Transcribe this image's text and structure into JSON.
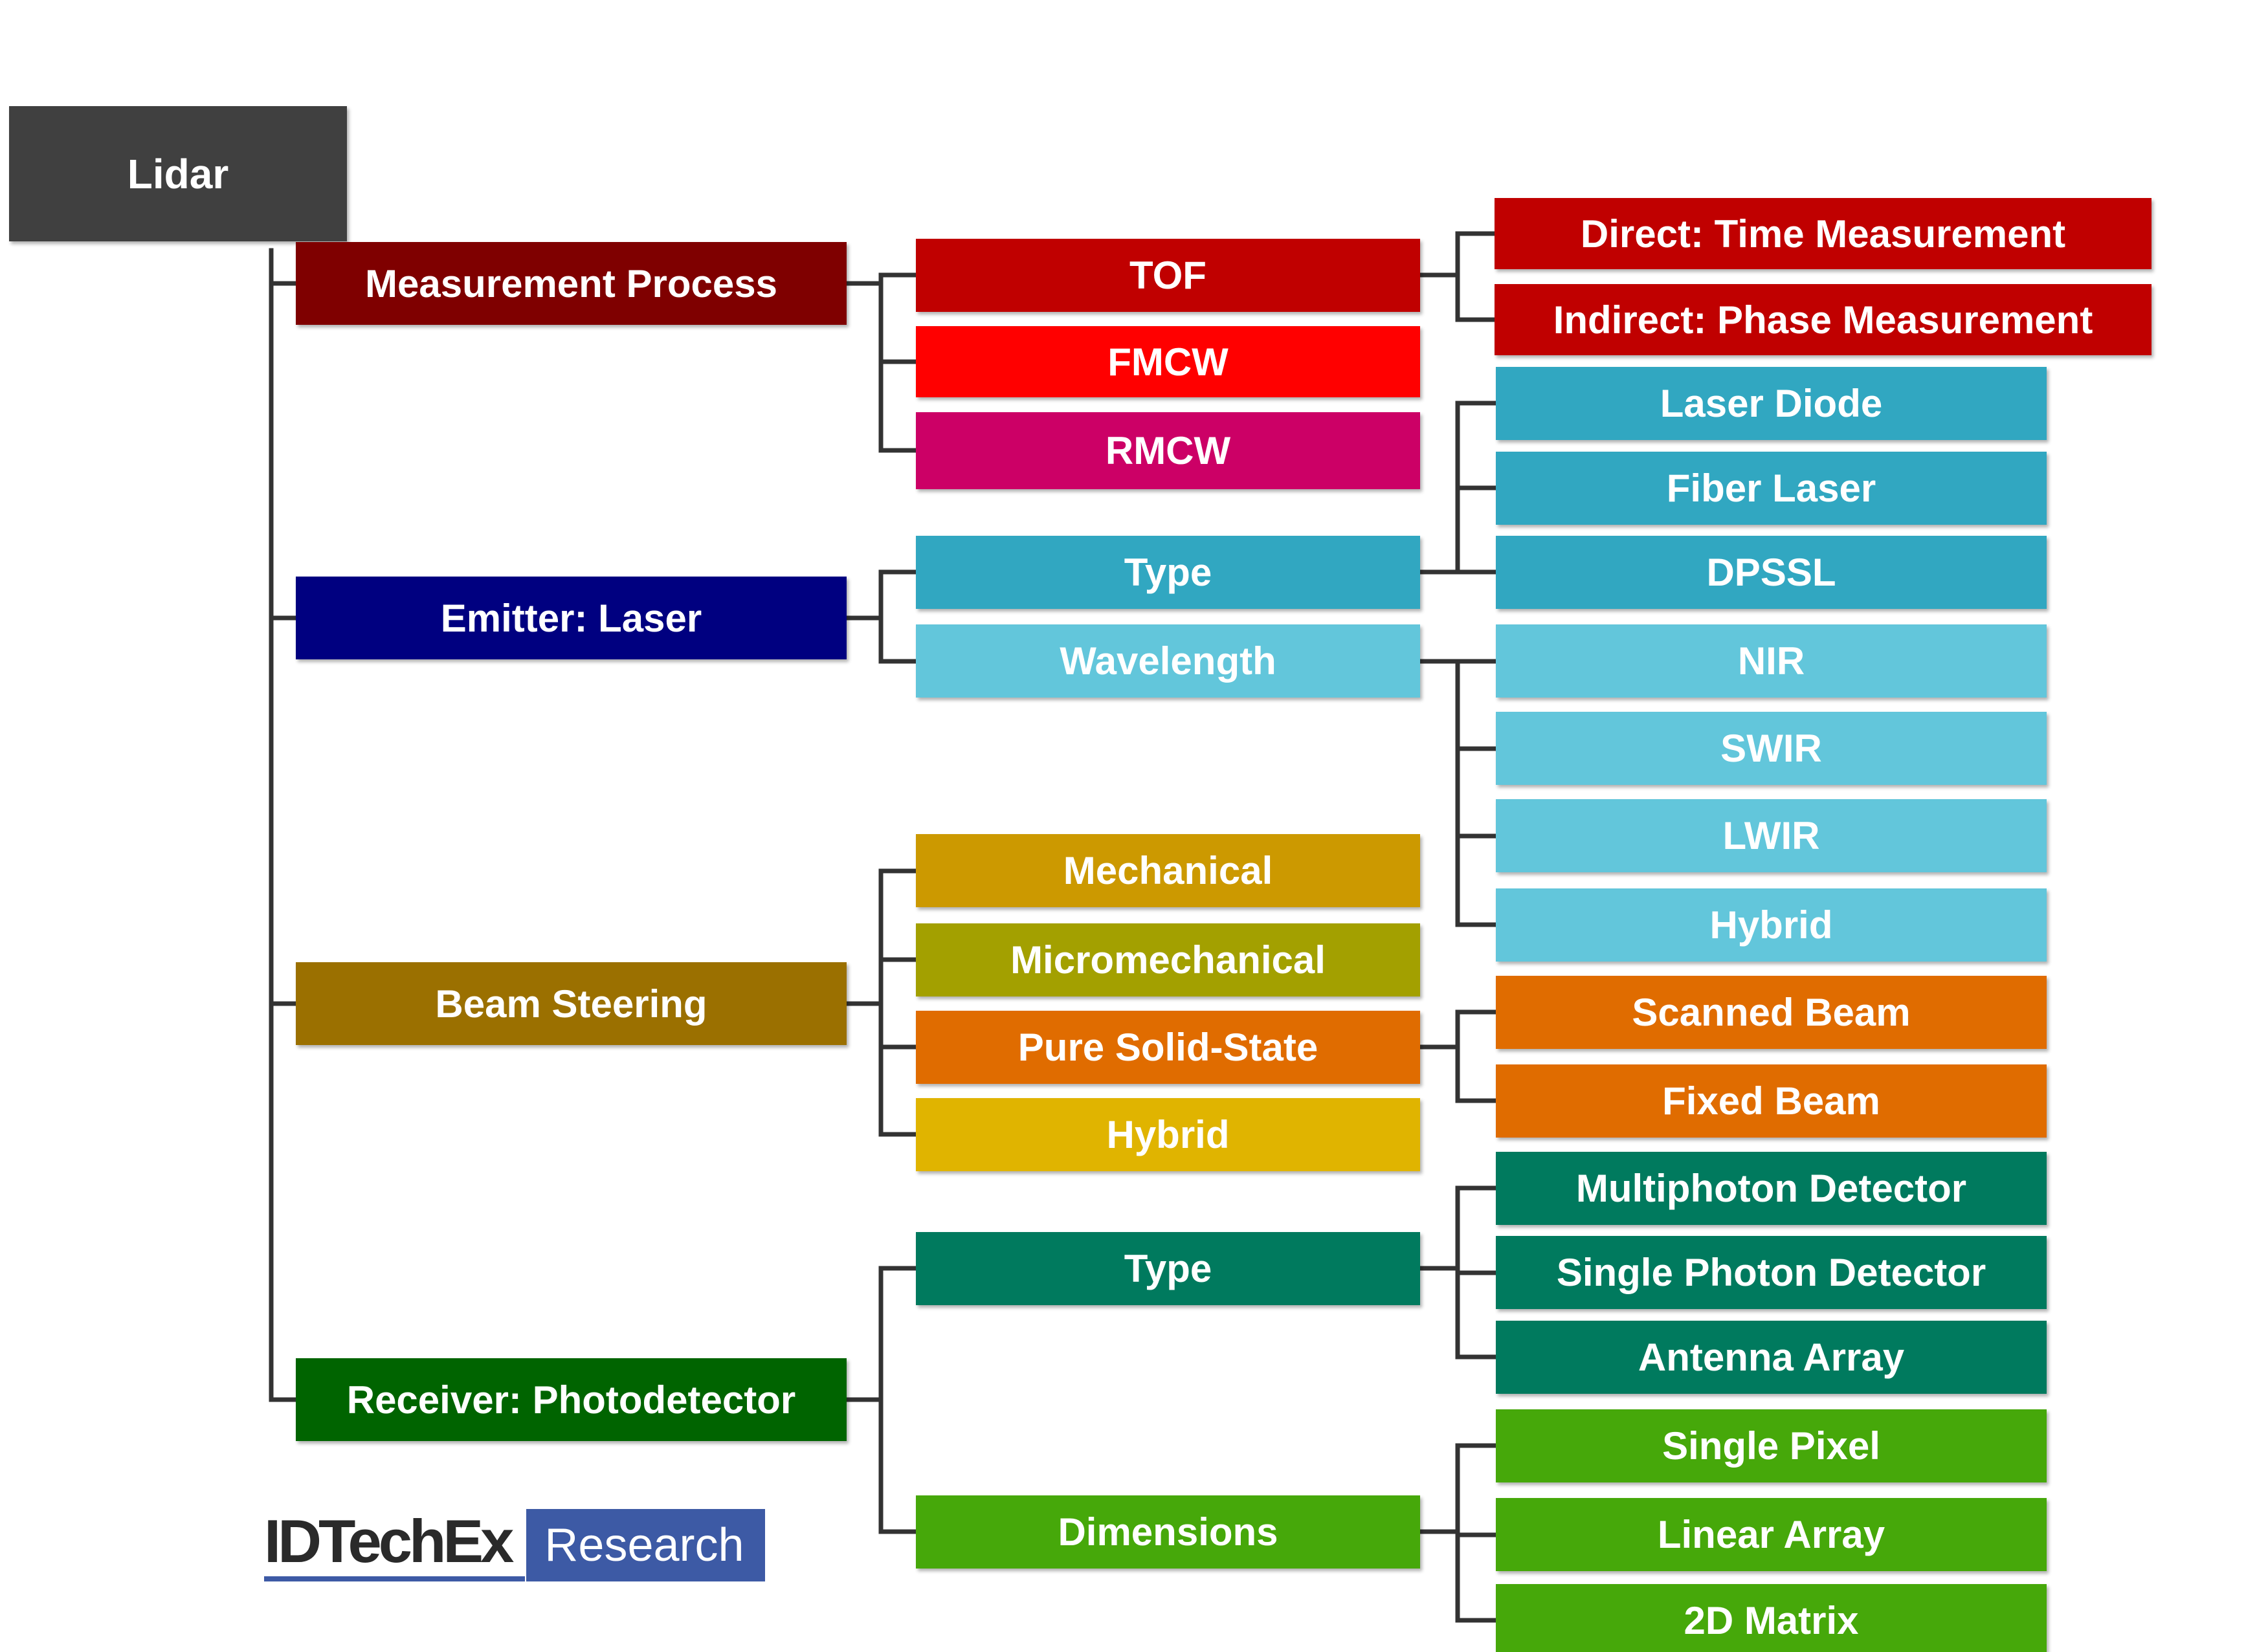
{
  "root": {
    "label": "Lidar",
    "color": "#404040"
  },
  "line_color": "#333333",
  "categories": [
    {
      "label": "Measurement Process",
      "color": "#7f0000",
      "children": [
        {
          "label": "TOF",
          "color": "#c00000",
          "children": [
            {
              "label": "Direct: Time Measurement",
              "color": "#c00000"
            },
            {
              "label": "Indirect: Phase Measurement",
              "color": "#c00000"
            }
          ]
        },
        {
          "label": "FMCW",
          "color": "#ff0000",
          "children": []
        },
        {
          "label": "RMCW",
          "color": "#cc0066",
          "children": []
        }
      ]
    },
    {
      "label": "Emitter: Laser",
      "color": "#000080",
      "children": [
        {
          "label": "Type",
          "color": "#31a7c1",
          "children": [
            {
              "label": "Laser Diode",
              "color": "#31a7c1"
            },
            {
              "label": "Fiber Laser",
              "color": "#31a7c1"
            },
            {
              "label": "DPSSL",
              "color": "#31a7c1"
            }
          ]
        },
        {
          "label": "Wavelength",
          "color": "#62c6db",
          "children": [
            {
              "label": "NIR",
              "color": "#62c6db"
            },
            {
              "label": "SWIR",
              "color": "#62c6db"
            },
            {
              "label": "LWIR",
              "color": "#62c6db"
            },
            {
              "label": "Hybrid",
              "color": "#62c6db"
            }
          ]
        }
      ]
    },
    {
      "label": "Beam Steering",
      "color": "#9b7000",
      "children": [
        {
          "label": "Mechanical",
          "color": "#cc9900",
          "children": []
        },
        {
          "label": "Micromechanical",
          "color": "#a3a000",
          "children": []
        },
        {
          "label": "Pure Solid-State",
          "color": "#e06c00",
          "children": [
            {
              "label": "Scanned Beam",
              "color": "#e06c00"
            },
            {
              "label": "Fixed Beam",
              "color": "#e06c00"
            }
          ]
        },
        {
          "label": "Hybrid",
          "color": "#e0b400",
          "children": []
        }
      ]
    },
    {
      "label": "Receiver: Photodetector",
      "color": "#006400",
      "children": [
        {
          "label": "Type",
          "color": "#007a5e",
          "children": [
            {
              "label": "Multiphoton Detector",
              "color": "#007a5e"
            },
            {
              "label": "Single Photon Detector",
              "color": "#007a5e"
            },
            {
              "label": "Antenna Array",
              "color": "#007a5e"
            }
          ]
        },
        {
          "label": "Dimensions",
          "color": "#46a80a",
          "children": [
            {
              "label": "Single Pixel",
              "color": "#46a80a"
            },
            {
              "label": "Linear Array",
              "color": "#46a80a"
            },
            {
              "label": "2D Matrix",
              "color": "#46a80a"
            }
          ]
        }
      ]
    }
  ],
  "logo": {
    "brand": "IDTechEx",
    "sub": "Research",
    "color": "#3d5aa5"
  }
}
